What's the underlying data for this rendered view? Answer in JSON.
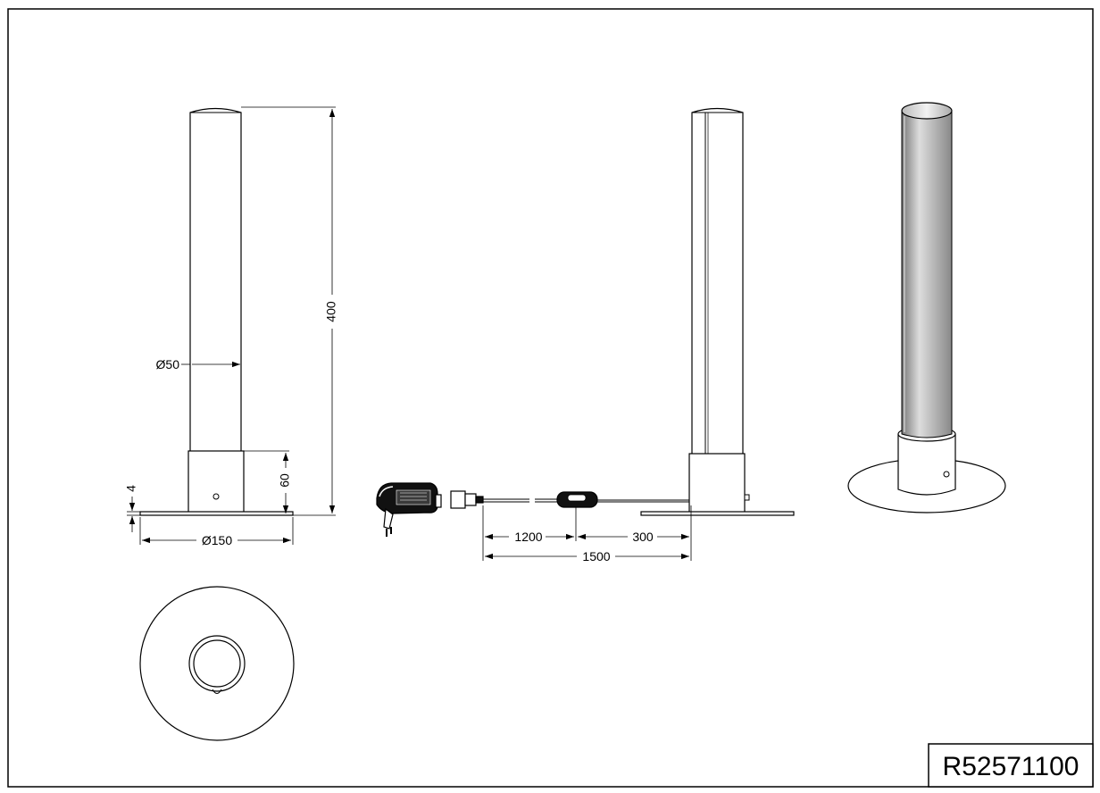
{
  "drawing_code": "R52571100",
  "dimensions": {
    "height": "400",
    "tube_diameter": "Ø50",
    "base_height": "60",
    "plate_thickness": "4",
    "base_diameter": "Ø150",
    "cable_to_switch": "1200",
    "switch_to_lamp": "300",
    "cable_total": "1500"
  }
}
